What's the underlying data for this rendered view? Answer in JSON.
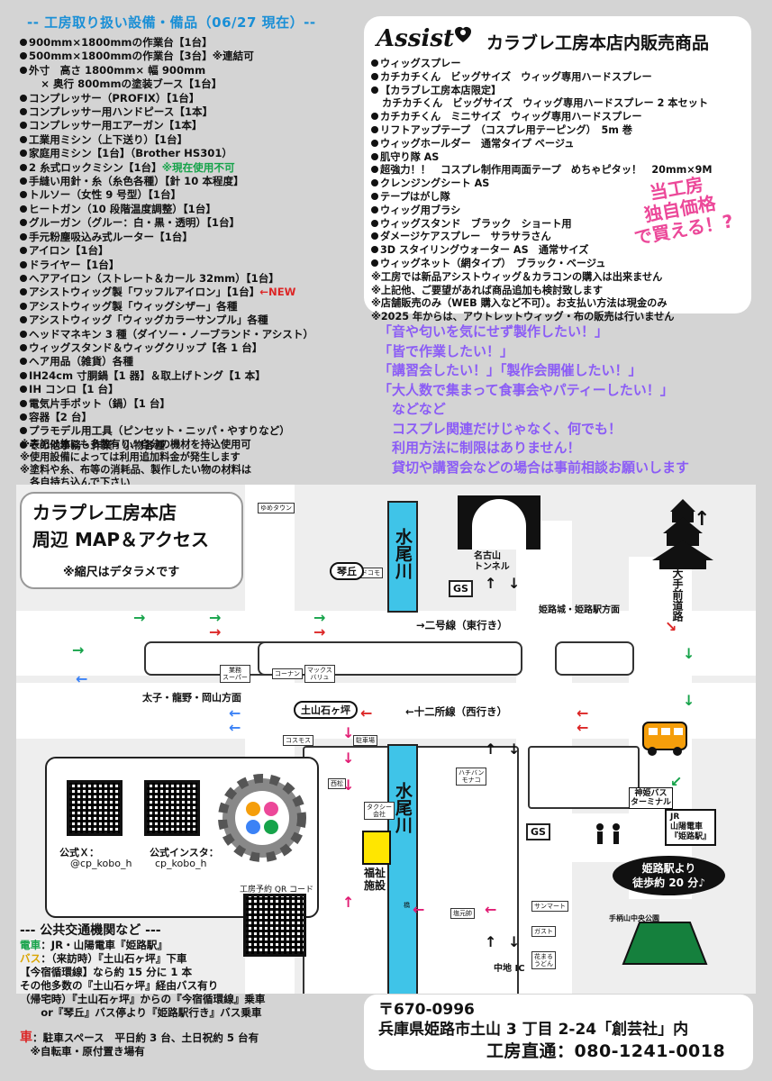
{
  "equipment": {
    "title": "-- 工房取り扱い設備・備品（06/27 現在）--",
    "items": [
      {
        "text": "900mm×1800mmの作業台【1台】",
        "note": "",
        "note_color": ""
      },
      {
        "text": "500mm×1800mmの作業台【3台】※連結可",
        "note": "",
        "note_color": ""
      },
      {
        "text": "外寸　高さ 1800mm× 幅 900mm",
        "note": "",
        "note_color": ""
      },
      {
        "text": "　　× 奥行 800mmの塗装ブース【1台】",
        "note": "",
        "note_color": "",
        "nodot": true
      },
      {
        "text": "コンプレッサー（PROFIX）【1台】",
        "note": "",
        "note_color": ""
      },
      {
        "text": "コンプレッサー用ハンドピース【1本】",
        "note": "",
        "note_color": ""
      },
      {
        "text": "コンプレッサー用エアーガン【1本】",
        "note": "",
        "note_color": ""
      },
      {
        "text": "工業用ミシン（上下送り）【1台】",
        "note": "",
        "note_color": ""
      },
      {
        "text": "家庭用ミシン【1台】（Brother HS301）",
        "note": "",
        "note_color": ""
      },
      {
        "text": "2 糸式ロックミシン【1台】",
        "note": "※現在使用不可",
        "note_color": "green"
      },
      {
        "text": "手縫い用針・糸（糸色各種）【針 10 本程度】",
        "note": "",
        "note_color": ""
      },
      {
        "text": "トルソー（女性 9 号型）【1台】",
        "note": "",
        "note_color": ""
      },
      {
        "text": "ヒートガン（10 段階温度調整）【1台】",
        "note": "",
        "note_color": ""
      },
      {
        "text": "グルーガン（グルー：白・黒・透明）【1台】",
        "note": "",
        "note_color": ""
      },
      {
        "text": "手元粉塵吸込み式ルーター【1台】",
        "note": "",
        "note_color": ""
      },
      {
        "text": "アイロン【1台】",
        "note": "",
        "note_color": ""
      },
      {
        "text": "ドライヤー【1台】",
        "note": "",
        "note_color": ""
      },
      {
        "text": "ヘアアイロン（ストレート＆カール 32mm）【1台】",
        "note": "",
        "note_color": ""
      },
      {
        "text": "アシストウィッグ製「ワッフルアイロン」【1台】",
        "note": "←NEW",
        "note_color": "red"
      },
      {
        "text": "アシストウィッグ製「ウィッグシザー」各種",
        "note": "",
        "note_color": ""
      },
      {
        "text": "アシストウィッグ「ウィッグカラーサンプル」各種",
        "note": "",
        "note_color": ""
      },
      {
        "text": "ヘッドマネキン 3 種（ダイソー・ノーブランド・アシスト）",
        "note": "",
        "note_color": ""
      },
      {
        "text": "ウィッグスタンド＆ウィッグクリップ【各 1 台】",
        "note": "",
        "note_color": ""
      },
      {
        "text": "ヘア用品（雑貨）各種",
        "note": "",
        "note_color": ""
      },
      {
        "text": "IH24cm 寸胴鍋【1 器】＆取上げトング【1 本】",
        "note": "",
        "note_color": ""
      },
      {
        "text": "IH コンロ【1 台】",
        "note": "",
        "note_color": ""
      },
      {
        "text": "電気片手ポット（鍋）【1 台】",
        "note": "",
        "note_color": ""
      },
      {
        "text": "容器【2 台】",
        "note": "",
        "note_color": ""
      },
      {
        "text": "プラモデル用工具（ピンセット・ニッパ・やすりなど）",
        "note": "",
        "note_color": ""
      },
      {
        "text": "その他事務・作業・小物各種",
        "note": "",
        "note_color": ""
      }
    ],
    "notes": [
      "※表記以外にも多数有り、自分の機材を持込使用可",
      "※使用設備によっては利用追加料金が発生します",
      "※塗料や糸、布等の消耗品、製作したい物の材料は",
      "　各自持ち込んで下さい"
    ]
  },
  "shop": {
    "logo": "Assist",
    "title": "カラブレ工房本店内販売商品",
    "items": [
      {
        "text": "ウィッグスプレー",
        "dot": true
      },
      {
        "text": "カチカチくん　ビッグサイズ　ウィッグ専用ハードスプレー",
        "dot": true
      },
      {
        "text": "【カラブレ工房本店限定】",
        "dot": true
      },
      {
        "text": "カチカチくん　ビッグサイズ　ウィッグ専用ハードスプレー 2 本セット",
        "dot": false
      },
      {
        "text": "カチカチくん　ミニサイズ　ウィッグ専用ハードスプレー",
        "dot": true
      },
      {
        "text": "リフトアップテープ　（コスプレ用テーピング）　5m 巻",
        "dot": true
      },
      {
        "text": "ウィッグホールダー　通常タイプ ベージュ",
        "dot": true
      },
      {
        "text": "肌守り隊 AS",
        "dot": true
      },
      {
        "text": "超強力！！　コスプレ制作用両面テープ　めちゃピタッ！　20mm×9M",
        "dot": true
      },
      {
        "text": "クレンジングシート AS",
        "dot": true
      },
      {
        "text": "テープはがし隊",
        "dot": true
      },
      {
        "text": "ウィッグ用ブラシ",
        "dot": true
      },
      {
        "text": "ウィッグスタンド　ブラック　ショート用",
        "dot": true
      },
      {
        "text": "ダメージケアスプレー　サラサラさん",
        "dot": true
      },
      {
        "text": "3D スタイリングウォーター AS　通常サイズ",
        "dot": true
      },
      {
        "text": "ウィッグネット（網タイプ）　ブラック・ベージュ",
        "dot": true
      },
      {
        "text": "※工房では新品アシストウィッグ＆カラコンの購入は出来ません",
        "dot": false
      },
      {
        "text": "※上記他、ご要望があれば商品追加も検討致します",
        "dot": false
      },
      {
        "text": "※店舗販売のみ（WEB 購入など不可）。お支払い方法は現金のみ",
        "dot": false
      },
      {
        "text": "※2025 年からは、アウトレットウィッグ・布の販売は行いません",
        "dot": false
      }
    ],
    "badge": [
      "当工房",
      "独自価格",
      "で買える！?"
    ]
  },
  "purple_lines": [
    "「音や匂いを気にせず製作したい！」",
    "「皆で作業したい！」",
    "「講習会したい！」「製作会開催したい！」",
    "「大人数で集まって食事会やパティーしたい！」",
    "　などなど",
    "　コスプレ関連だけじゃなく、何でも！",
    "　利用方法に制限はありません！",
    "　貸切や講習会などの場合は事前相談お願いします"
  ],
  "map": {
    "title_line1": "カラプレ工房本店",
    "title_line2": "周辺 MAP＆アクセス",
    "note": "※縮尺はデタラメです",
    "river_top": "水尾川",
    "river_bottom": "水尾川",
    "road_east": "→二号線（東行き）",
    "road_west": "←十二所線（西行き）",
    "dir_west": "太子・龍野・岡山方面",
    "dir_east": "姫路城・姫路駅方面",
    "tunnel": "名古山\nトンネル",
    "kotooka": "琴丘",
    "tsuchiyama": "土山石ヶ坪",
    "ote": "大手前道路",
    "bus_terminal": "神姫バス\nターミナル",
    "jr": "JR\n山陽電車\n『姫路駅』",
    "walk": "姫路駅より\n徒歩約 20 分♪",
    "park": "手柄山中央公園",
    "fukushi": "福祉\n施設",
    "chuchi_ic": "中地 IC",
    "gs": "GS",
    "shops": {
      "yume": "ゆめタウン",
      "docomo": "ドコモ",
      "super": "業務\nスーパー",
      "konan": "コーナン",
      "max": "マックス\nバリュ",
      "cosmos": "コスモス",
      "chusha": "駐車場",
      "nishimatsu": "西松",
      "taxi": "タクシー\n会社",
      "hachiban": "ハチバン\nモナコ",
      "kyomoto": "塩元帥",
      "sunmart": "サンマート",
      "gusto": "ガスト",
      "hanamaru": "花まる\nうどん",
      "hashi": "橋"
    }
  },
  "qr": {
    "x_label": "公式Ｘ：",
    "x_handle": "@cp_kobo_h",
    "insta_label": "公式インスタ：",
    "insta_handle": "cp_kobo_h",
    "reserve_label": "工房予約 QR コード"
  },
  "transport": {
    "title": "--- 公共交通機関など ---",
    "train_label": "電車",
    "train_text": "：JR・山陽電車『姫路駅』",
    "bus_label": "バス",
    "bus_text": "：（来訪時）『土山石ヶ坪』下車",
    "lines": [
      "【今宿循環線】なら約 15 分に 1 本",
      "その他多数の『土山石ヶ坪』経由バス有り",
      "（帰宅時）『土山石ヶ坪』からの『今宿循環線』乗車",
      "　　or『琴丘』バス停より『姫路駅行き』バス乗車"
    ],
    "car_label": "車",
    "car_text": "：駐車スペース　平日約 3 台、土日祝約 5 台有",
    "car_note": "　※自転車・原付置き場有"
  },
  "address": {
    "zip": "〒670-0996",
    "line": "兵庫県姫路市土山 3 丁目 2-24「創芸社」内",
    "tel": "工房直通：080-1241-0018"
  },
  "colors": {
    "blue": "#1a8fd6",
    "purple": "#8b5cf6",
    "pink": "#ec4899",
    "river": "#3fc4e8",
    "green": "#16a34a",
    "red": "#dc2626"
  }
}
